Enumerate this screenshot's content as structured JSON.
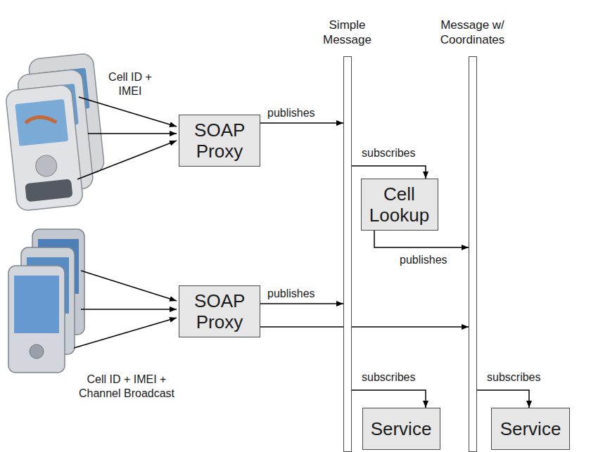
{
  "diagram": {
    "nodes": [
      {
        "text": [
          "Simple Message"
        ]
      },
      {
        "text": [
          "Message w/ Coordinates"
        ]
      },
      {
        "text": [
          "SOAP Proxy"
        ]
      },
      {
        "text": [
          "Cell Lookup"
        ]
      },
      {
        "text": [
          "SOAP Proxy"
        ]
      },
      {
        "text": [
          "Service"
        ]
      },
      {
        "text": [
          "Service"
        ]
      }
    ],
    "edges": [
      {
        "from": 2,
        "to": 0,
        "label": "publishes",
        "arrow": "to"
      },
      {
        "from": 0,
        "to": 3,
        "label": "subscribes",
        "arrow": "to"
      },
      {
        "from": 3,
        "to": 1,
        "label": "publishes",
        "arrow": "to"
      },
      {
        "from": 4,
        "to": 0,
        "label": "publishes",
        "arrow": "to"
      },
      {
        "from": 4,
        "to": 1,
        "arrow": "to"
      },
      {
        "from": 0,
        "to": 5,
        "label": "subscribes",
        "arrow": "to"
      },
      {
        "from": 1,
        "to": 6,
        "label": "subscribes",
        "arrow": "to"
      }
    ],
    "labels": [
      "Cell ID + IMEI",
      "Cell ID + IMEI + Channel Broadcast"
    ]
  }
}
